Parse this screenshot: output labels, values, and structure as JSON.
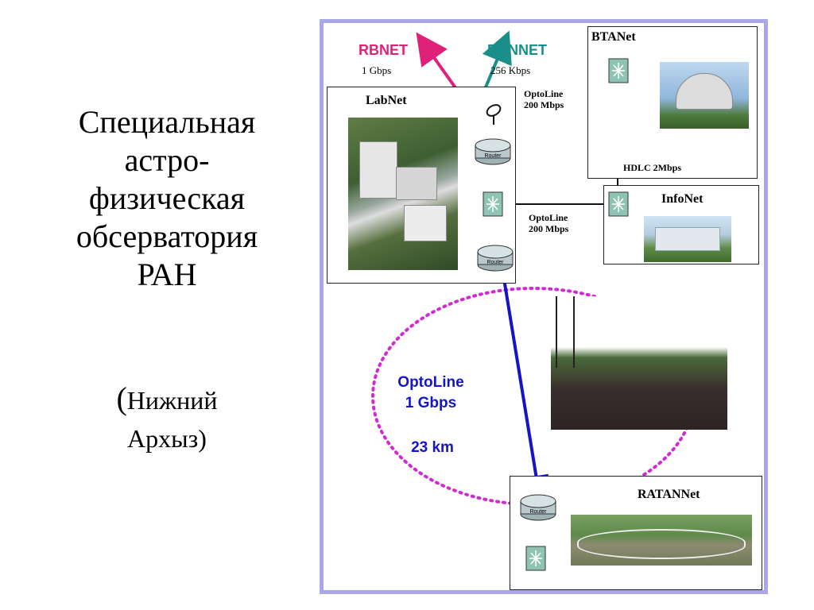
{
  "title_lines": [
    "Специальная",
    "астро-",
    "физическая",
    "обсерватория",
    "РАН"
  ],
  "subtitle": {
    "open_paren": "(",
    "line1": "Нижний",
    "line2": "Архыз)"
  },
  "wan": {
    "rbnet": {
      "name": "RBNET",
      "speed": "1 Gbps",
      "color": "#e0217a"
    },
    "runnet": {
      "name": "RUNNET",
      "speed": "256 Kbps",
      "color": "#1a8f8a"
    }
  },
  "networks": {
    "labnet": "LabNet",
    "btanet": "BTANet",
    "infonet": "InfoNet",
    "ratannet": "RATANNet"
  },
  "links": {
    "opto_top_1": "OptoLine",
    "opto_top_2": "200 Mbps",
    "hdlc": "HDLC 2Mbps",
    "opto_mid_1": "OptoLine",
    "opto_mid_2": "200 Mbps",
    "opto_big_1": "OptoLine",
    "opto_big_2": "1 Gbps",
    "distance": "23 km"
  },
  "device_labels": {
    "router": "Router"
  },
  "colors": {
    "frame_border": "#a9a7e8",
    "optoline_blue": "#1515c8",
    "ellipse": "#d22ad2"
  }
}
